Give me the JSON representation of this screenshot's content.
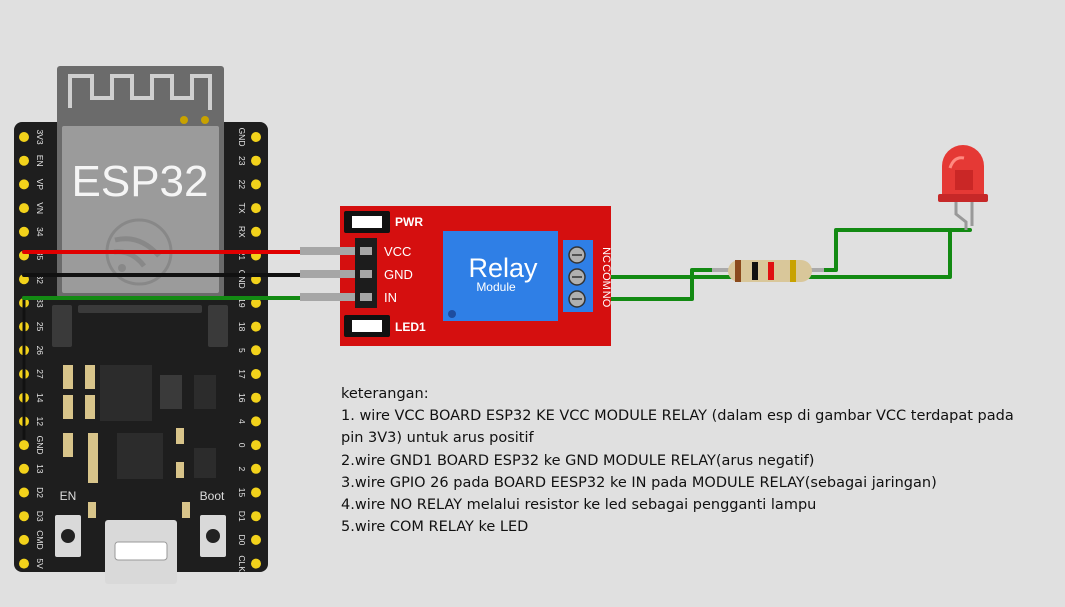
{
  "esp32": {
    "label": "ESP32",
    "pins_left": [
      "3V3",
      "EN",
      "VP",
      "VN",
      "34",
      "35",
      "32",
      "33",
      "25",
      "26",
      "27",
      "14",
      "12",
      "GND",
      "13",
      "D2",
      "D3",
      "CMD",
      "5V"
    ],
    "pins_right": [
      "GND",
      "23",
      "22",
      "TX",
      "RX",
      "21",
      "GND",
      "19",
      "18",
      "5",
      "17",
      "16",
      "4",
      "0",
      "2",
      "15",
      "D1",
      "D0",
      "CLK"
    ],
    "button_en": "EN",
    "button_boot": "Boot"
  },
  "relay_module": {
    "label_relay": "Relay",
    "label_module": "Module",
    "led_pwr": "PWR",
    "led_1": "LED1",
    "pin_vcc": "VCC",
    "pin_gnd": "GND",
    "pin_in": "IN",
    "terminal_nc": "NC",
    "terminal_com": "COM",
    "terminal_no": "NO"
  },
  "colors": {
    "background": "#e0e0e0",
    "wire_vcc": "#e00000",
    "wire_gnd": "#111111",
    "wire_signal": "#138a13",
    "relay_board": "#d50f0f",
    "relay_body": "#2f7fe6",
    "led": "#e53935",
    "esp_board": "#1e1e1e",
    "pin_pad": "#f2d21b"
  },
  "notes": {
    "title": "keterangan:",
    "line1a": "1. wire VCC BOARD ESP32 KE VCC MODULE RELAY (dalam esp di gambar VCC terdapat pada",
    "line1b": "pin 3V3) untuk arus positif",
    "line2": "2.wire GND1 BOARD ESP32 ke GND MODULE RELAY(arus negatif)",
    "line3": "3.wire GPIO 26 pada BOARD EESP32 ke IN pada MODULE RELAY(sebagai jaringan)",
    "line4": "4.wire NO RELAY melalui resistor ke led sebagai pengganti lampu",
    "line5": "5.wire COM RELAY ke LED"
  }
}
